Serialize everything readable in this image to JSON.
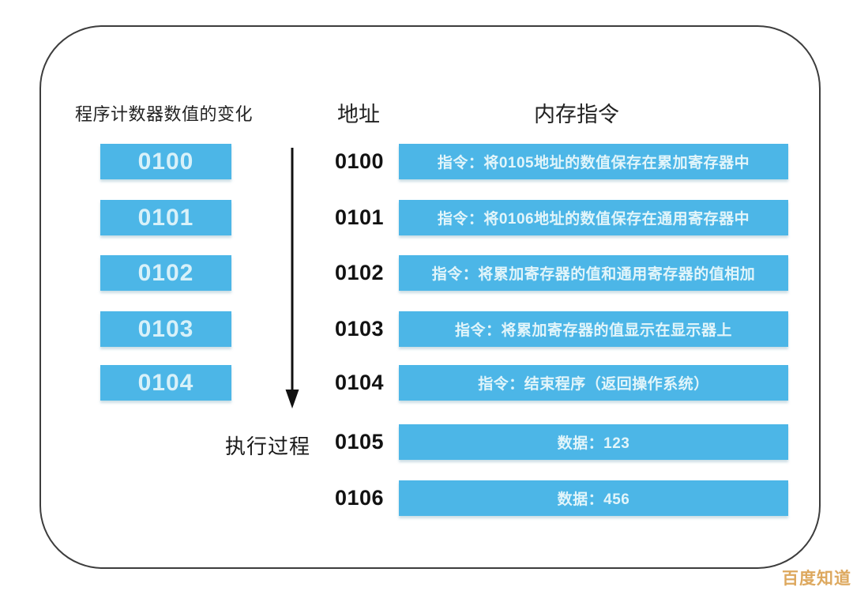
{
  "left_column": {
    "header": "程序计数器数值的变化",
    "boxes": [
      "0100",
      "0101",
      "0102",
      "0103",
      "0104"
    ],
    "execution_label": "执行过程"
  },
  "memory_table": {
    "address_header": "地址",
    "instruction_header": "内存指令",
    "rows": [
      {
        "address": "0100",
        "content": "指令：将0105地址的数值保存在累加寄存器中"
      },
      {
        "address": "0101",
        "content": "指令：将0106地址的数值保存在通用寄存器中"
      },
      {
        "address": "0102",
        "content": "指令：将累加寄存器的值和通用寄存器的值相加"
      },
      {
        "address": "0103",
        "content": "指令：将累加寄存器的值显示在显示器上"
      },
      {
        "address": "0104",
        "content": "指令：结束程序（返回操作系统）"
      },
      {
        "address": "0105",
        "content": "数据：123"
      },
      {
        "address": "0106",
        "content": "数据：456"
      }
    ]
  },
  "watermark": "百度知道",
  "colors": {
    "box_blue": "#4cb6e7",
    "box_number_text": "#d8f1f9",
    "bar_text": "#e2f5fa",
    "heading_text": "#1e1e1e",
    "frame_border": "#3d3d3d",
    "watermark_gold": "#dda85e"
  }
}
